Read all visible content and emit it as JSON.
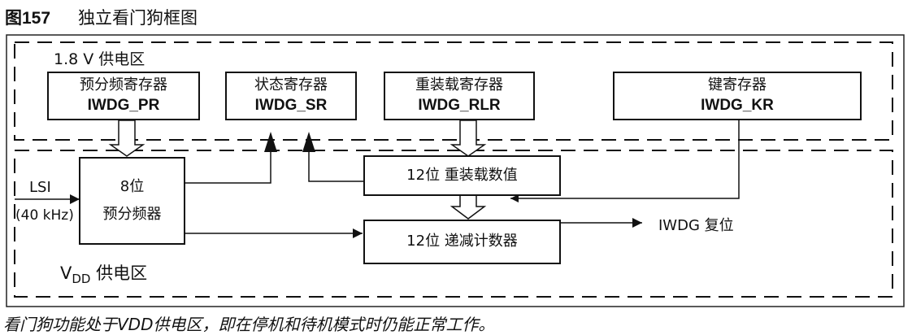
{
  "figure": {
    "number": "图157",
    "title": "独立看门狗框图"
  },
  "domains": {
    "v18": "1.8 V 供电区",
    "vdd_prefix": "V",
    "vdd_sub": "DD",
    "vdd_suffix": " 供电区"
  },
  "registers": {
    "pr": {
      "label": "预分频寄存器",
      "name": "IWDG_PR"
    },
    "sr": {
      "label": "状态寄存器",
      "name": "IWDG_SR"
    },
    "rlr": {
      "label": "重装载寄存器",
      "name": "IWDG_RLR"
    },
    "kr": {
      "label": "键寄存器",
      "name": "IWDG_KR"
    }
  },
  "blocks": {
    "prescaler_line1": "8位",
    "prescaler_line2": "预分频器",
    "reload_value": "12位 重装载数值",
    "counter": "12位 递减计数器"
  },
  "signals": {
    "lsi": "LSI",
    "lsi_freq": "(40 kHz)",
    "reset": "IWDG 复位"
  },
  "caption": "看门狗功能处于VDD供电区，即在停机和待机模式时仍能正常工作。"
}
